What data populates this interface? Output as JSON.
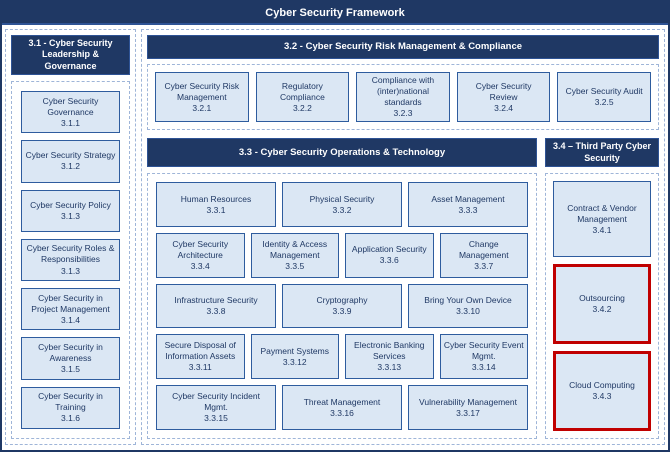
{
  "title": "Cyber Security Framework",
  "colors": {
    "navy": "#1F3864",
    "box_fill": "#DBE7F4",
    "box_border": "#2E5C9E",
    "dashed_border": "#9FB5D8",
    "highlight_red": "#C00000",
    "header_text": "#FFFFFF"
  },
  "sections": {
    "s31": {
      "header": "3.1 - Cyber Security Leadership & Governance",
      "items": [
        {
          "label": "Cyber Security Governance",
          "code": "3.1.1"
        },
        {
          "label": "Cyber Security Strategy",
          "code": "3.1.2"
        },
        {
          "label": "Cyber Security Policy",
          "code": "3.1.3"
        },
        {
          "label": "Cyber Security Roles & Responsibilities",
          "code": "3.1.3"
        },
        {
          "label": "Cyber Security in Project Management",
          "code": "3.1.4"
        },
        {
          "label": "Cyber Security in Awareness",
          "code": "3.1.5"
        },
        {
          "label": "Cyber Security in Training",
          "code": "3.1.6"
        }
      ]
    },
    "s32": {
      "header": "3.2 - Cyber Security Risk Management & Compliance",
      "items": [
        {
          "label": "Cyber Security Risk Management",
          "code": "3.2.1"
        },
        {
          "label": "Regulatory Compliance",
          "code": "3.2.2"
        },
        {
          "label": "Compliance with (inter)national standards",
          "code": "3.2.3"
        },
        {
          "label": "Cyber Security Review",
          "code": "3.2.4"
        },
        {
          "label": "Cyber Security Audit",
          "code": "3.2.5"
        }
      ]
    },
    "s33": {
      "header": "3.3 - Cyber Security Operations & Technology",
      "rows": [
        [
          {
            "label": "Human Resources",
            "code": "3.3.1"
          },
          {
            "label": "Physical Security",
            "code": "3.3.2"
          },
          {
            "label": "Asset Management",
            "code": "3.3.3"
          }
        ],
        [
          {
            "label": "Cyber Security Architecture",
            "code": "3.3.4"
          },
          {
            "label": "Identity & Access Management",
            "code": "3.3.5"
          },
          {
            "label": "Application Security",
            "code": "3.3.6"
          },
          {
            "label": "Change Management",
            "code": "3.3.7"
          }
        ],
        [
          {
            "label": "Infrastructure Security",
            "code": "3.3.8"
          },
          {
            "label": "Cryptography",
            "code": "3.3.9"
          },
          {
            "label": "Bring Your Own Device",
            "code": "3.3.10"
          }
        ],
        [
          {
            "label": "Secure Disposal of Information Assets",
            "code": "3.3.11"
          },
          {
            "label": "Payment Systems",
            "code": "3.3.12"
          },
          {
            "label": "Electronic Banking Services",
            "code": "3.3.13"
          },
          {
            "label": "Cyber Security Event Mgmt.",
            "code": "3.3.14"
          }
        ],
        [
          {
            "label": "Cyber Security Incident Mgmt.",
            "code": "3.3.15"
          },
          {
            "label": "Threat Management",
            "code": "3.3.16"
          },
          {
            "label": "Vulnerability Management",
            "code": "3.3.17"
          }
        ]
      ]
    },
    "s34": {
      "header": "3.4 – Third Party Cyber Security",
      "items": [
        {
          "label": "Contract & Vendor Management",
          "code": "3.4.1",
          "highlighted": false
        },
        {
          "label": "Outsourcing",
          "code": "3.4.2",
          "highlighted": true
        },
        {
          "label": "Cloud Computing",
          "code": "3.4.3",
          "highlighted": true
        }
      ]
    }
  }
}
